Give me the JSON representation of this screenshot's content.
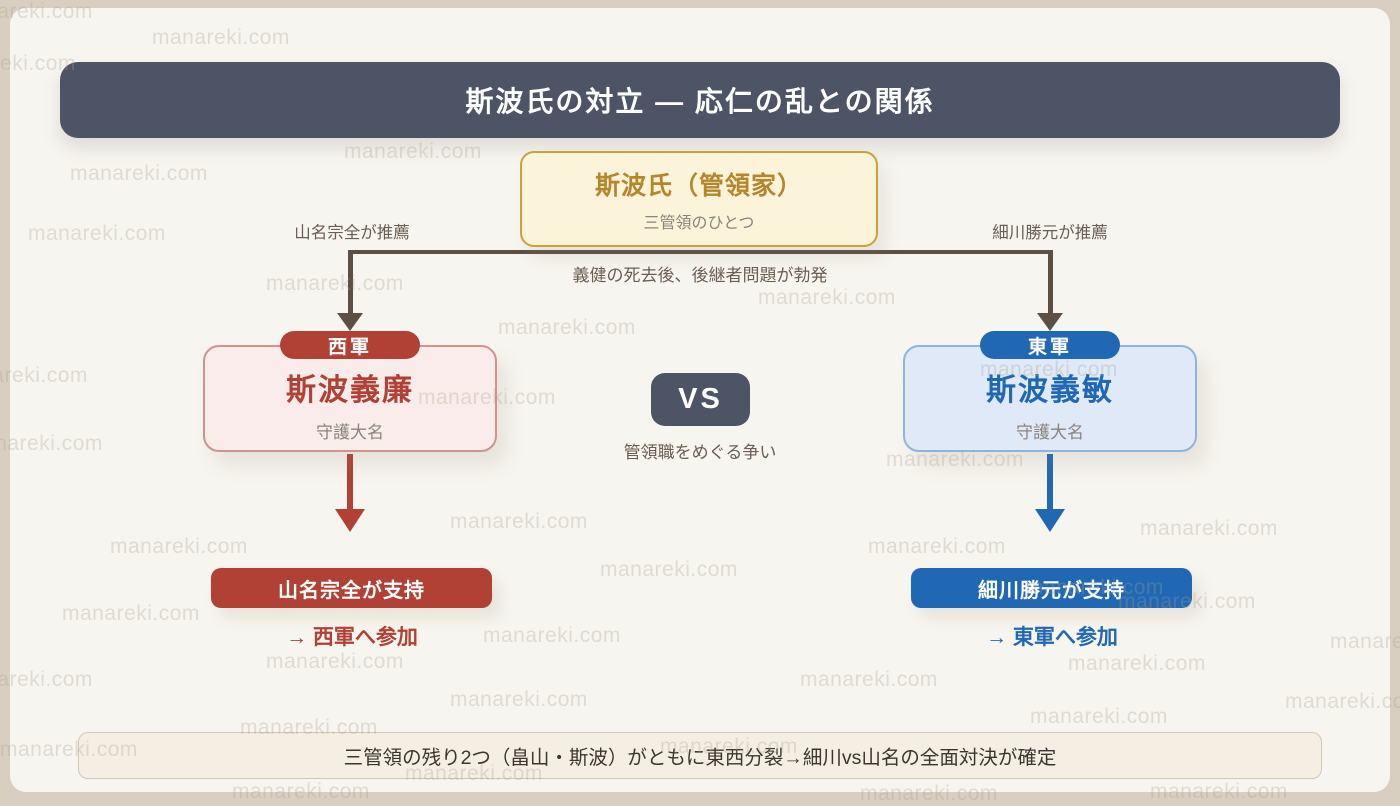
{
  "page": {
    "watermark": "manareki.com",
    "title": "斯波氏の対立 — 応仁の乱との関係"
  },
  "root": {
    "title": "斯波氏（管領家）",
    "subtitle": "三管領のひとつ",
    "event_note": "義健の死去後、後継者問題が勃発"
  },
  "branches": {
    "west": {
      "recommender_note": "山名宗全が推薦",
      "badge": "西軍",
      "name": "斯波義廉",
      "role": "守護大名",
      "supporter": "山名宗全が支持",
      "outcome": "→ 西軍へ参加"
    },
    "east": {
      "recommender_note": "細川勝元が推薦",
      "badge": "東軍",
      "name": "斯波義敏",
      "role": "守護大名",
      "supporter": "細川勝元が支持",
      "outcome": "→ 東軍へ参加"
    }
  },
  "versus": {
    "label": "VS",
    "caption": "管領職をめぐる争い"
  },
  "footer": {
    "note": "三管領の残り2つ（畠山・斯波）がともに東西分裂→細川vs山名の全面対決が確定"
  },
  "colors": {
    "west_accent": "#b04134",
    "east_accent": "#2068b4",
    "header_bg": "#4c5466",
    "connector": "#5c5044",
    "root_border": "#c9a339",
    "root_text": "#b5862b"
  }
}
